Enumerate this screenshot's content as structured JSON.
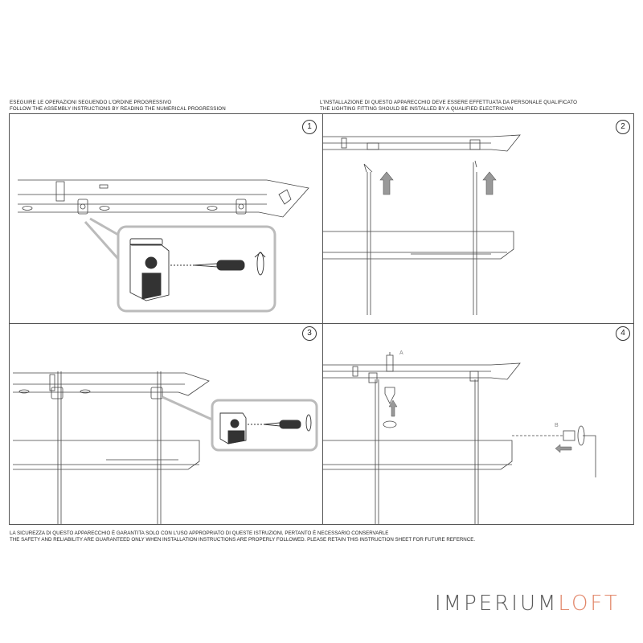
{
  "header": {
    "left_line1": "ESEGUIRE LE OPERAZIONI SEGUENDO L'ORDINE PROGRESSIVO",
    "left_line2": "FOLLOW THE ASSEMBLY INSTRUCTIONS BY READING THE NUMERICAL PROGRESSION",
    "right_line1": "L'INSTALLAZIONE DI QUESTO APPARECCHIO DEVE ESSERE EFFETTUATA DA PERSONALE QUALIFICATO",
    "right_line2": "THE LIGHTING FITTING SHOULD BE INSTALLED BY A QUALIFIED ELECTRICIAN"
  },
  "steps": [
    {
      "number": "1"
    },
    {
      "number": "2"
    },
    {
      "number": "3"
    },
    {
      "number": "4",
      "labels": {
        "a": "A",
        "b": "B"
      }
    }
  ],
  "footer": {
    "line1": "LA SICUREZZA DI QUESTO APPARECCHIO È GARANTITA SOLO CON L'USO APPROPRIATO DI QUESTE ISTRUZIONI, PERTANTO È NECESSARIO CONSERVARLE",
    "line2": "THE SAFETY AND RELIABILITY ARE GUARANTEED ONLY WHEN INSTALLATION INSTRUCTIONS ARE PROPERLY FOLLOWED. PLEASE RETAIN THIS INSTRUCTION SHEET FOR FUTURE REFERNCE."
  },
  "brand": {
    "part1": "IMPERIUM",
    "part2": "LOFT",
    "color1": "#5a5a5a",
    "color2": "#e2876a"
  }
}
